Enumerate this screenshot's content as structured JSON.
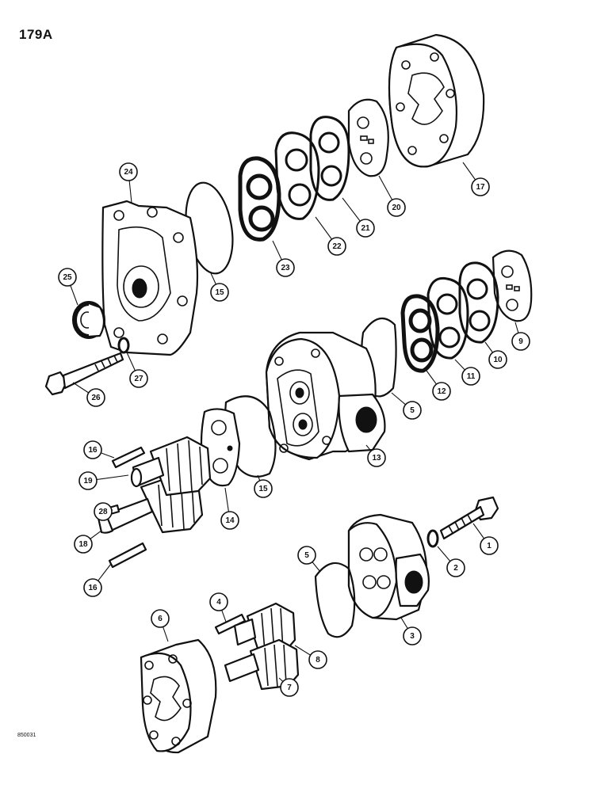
{
  "page_title": "179A",
  "figure_code": "850031",
  "callouts": [
    {
      "num": "1"
    },
    {
      "num": "2"
    },
    {
      "num": "3"
    },
    {
      "num": "4"
    },
    {
      "num": "5"
    },
    {
      "num": "5"
    },
    {
      "num": "6"
    },
    {
      "num": "7"
    },
    {
      "num": "8"
    },
    {
      "num": "9"
    },
    {
      "num": "10"
    },
    {
      "num": "11"
    },
    {
      "num": "12"
    },
    {
      "num": "13"
    },
    {
      "num": "14"
    },
    {
      "num": "15"
    },
    {
      "num": "15"
    },
    {
      "num": "16"
    },
    {
      "num": "16"
    },
    {
      "num": "17"
    },
    {
      "num": "18"
    },
    {
      "num": "19"
    },
    {
      "num": "20"
    },
    {
      "num": "21"
    },
    {
      "num": "22"
    },
    {
      "num": "23"
    },
    {
      "num": "24"
    },
    {
      "num": "25"
    },
    {
      "num": "26"
    },
    {
      "num": "27"
    },
    {
      "num": "28"
    }
  ]
}
